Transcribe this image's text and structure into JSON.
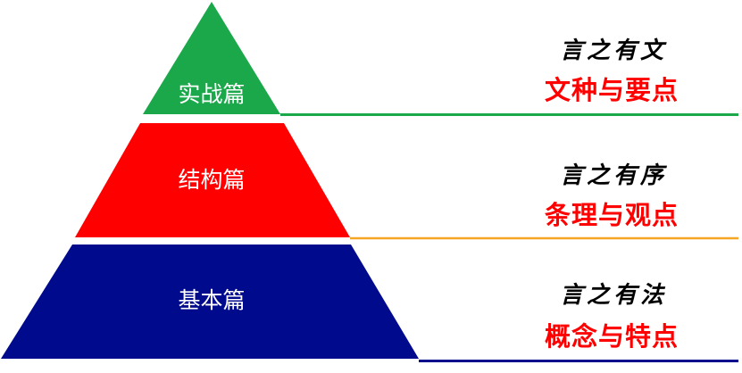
{
  "tiers": [
    {
      "label": "实战篇",
      "motto": "言之有文",
      "topic": "文种与要点",
      "fill_color": "#1aa84a",
      "line_color": "#1aa84a",
      "topic_color": "#ff0000"
    },
    {
      "label": "结构篇",
      "motto": "言之有序",
      "topic": "条理与观点",
      "fill_color": "#ff0000",
      "line_color": "#f5a623",
      "topic_color": "#ff0000"
    },
    {
      "label": "基本篇",
      "motto": "言之有法",
      "topic": "概念与特点",
      "fill_color": "#000a8c",
      "line_color": "#000a8c",
      "topic_color": "#ff0000"
    }
  ]
}
